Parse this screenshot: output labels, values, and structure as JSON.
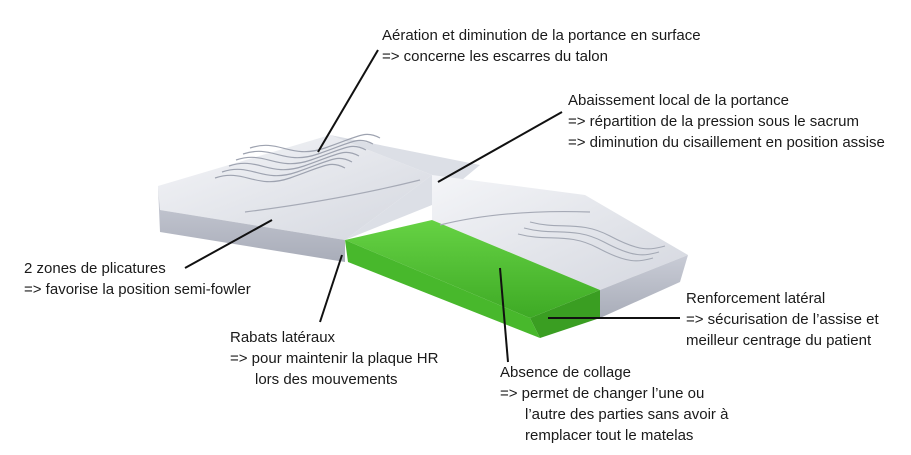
{
  "annotations": {
    "aeration": {
      "line1": "Aération et diminution de la portance en surface",
      "line2": "=> concerne les escarres du talon"
    },
    "abaissement": {
      "line1": "Abaissement local de la portance",
      "line2": "=> répartition de la pression sous le sacrum",
      "line3": "=> diminution du cisaillement en position assise"
    },
    "plicatures": {
      "line1": "2 zones de plicatures",
      "line2": "=> favorise la position semi-fowler"
    },
    "renforcement": {
      "line1": "Renforcement latéral",
      "line2": "=> sécurisation de l’assise et",
      "line3": "meilleur centrage du patient"
    },
    "rabats": {
      "line1": "Rabats latéraux",
      "line2": "=> pour maintenir la plaque HR",
      "line3": "lors des mouvements"
    },
    "collage": {
      "line1": "Absence de collage",
      "line2": "=> permet de changer l’une ou",
      "line3": "l’autre des parties sans avoir à",
      "line4": "remplacer tout le matelas"
    }
  },
  "colors": {
    "foam_top": "#e6e8ee",
    "foam_side": "#b8bcc8",
    "green_plate": "#58c83a",
    "leader_line": "#111111"
  }
}
